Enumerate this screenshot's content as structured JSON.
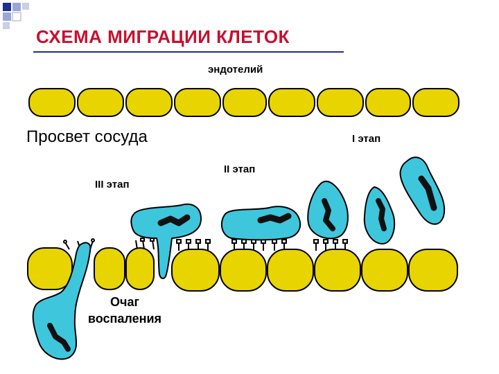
{
  "title": "СХЕМА МИГРАЦИИ КЛЕТОК",
  "labels": {
    "endothelium": "эндотелий",
    "vessel_lumen": "Просвет сосуда",
    "stage_1": "I этап",
    "stage_2": "II этап",
    "stage_3": "III этап",
    "inflammation_focus": "Очаг воспаления"
  },
  "colors": {
    "title": "#c8102e",
    "endothelial_cell": "#e8d400",
    "leukocyte": "#3ec6dc",
    "nucleus": "#111111",
    "outline": "#000000"
  }
}
